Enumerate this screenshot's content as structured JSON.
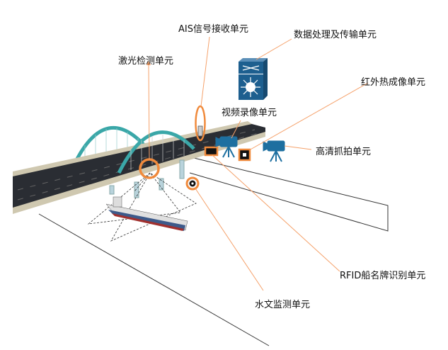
{
  "labels": {
    "ais": "AIS信号接收单元",
    "data_processing": "数据处理及传输单元",
    "laser": "激光检测单元",
    "infrared": "红外热成像单元",
    "video": "视频录像单元",
    "hd_capture": "高清抓拍单元",
    "rfid": "RFID船名牌识别单元",
    "hydrology": "水文监测单元"
  },
  "colors": {
    "accent": "#f08a3c",
    "icon_blue": "#1d6fa0",
    "arch": "#3aa7a8",
    "deck": "#2a2d33"
  }
}
